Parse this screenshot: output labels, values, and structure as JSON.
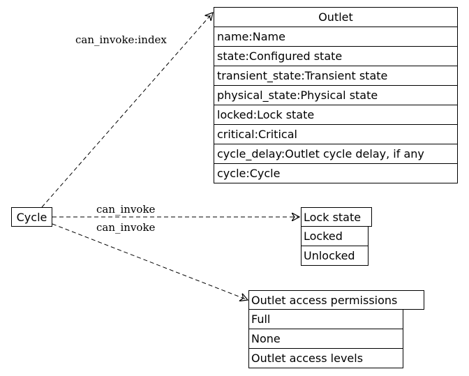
{
  "source_node": {
    "label": "Cycle"
  },
  "tables": {
    "outlet": {
      "title": "Outlet",
      "rows": [
        "name:Name",
        "state:Configured state",
        "transient_state:Transient state",
        "physical_state:Physical state",
        "locked:Lock state",
        "critical:Critical",
        "cycle_delay:Outlet cycle delay, if any",
        "cycle:Cycle"
      ]
    },
    "lock_state": {
      "title": "Lock state",
      "rows": [
        "Locked",
        "Unlocked"
      ]
    },
    "permissions": {
      "title": "Outlet access permissions",
      "rows": [
        "Full",
        "None",
        "Outlet access levels"
      ]
    }
  },
  "edges": {
    "to_outlet": {
      "label": "can_invoke:index"
    },
    "to_lock_state": {
      "label": "can_invoke"
    },
    "to_permissions": {
      "label": "can_invoke"
    }
  }
}
